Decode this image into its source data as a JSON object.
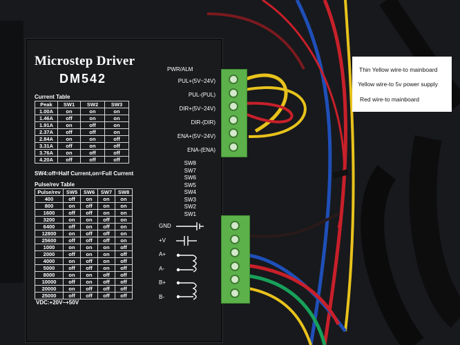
{
  "driver": {
    "title": "Microstep Driver",
    "model": "DM542",
    "pwr_alm": "PWR/ALM",
    "ports_top": [
      "PUL+(5V~24V)",
      "PUL-(PUL)",
      "DIR+(5V~24V)",
      "DIR-(DIR)",
      "ENA+(5V~24V)",
      "ENA-(ENA)"
    ],
    "switch_labels": [
      "SW8",
      "SW7",
      "SW6",
      "SW5",
      "SW4",
      "SW3",
      "SW2",
      "SW1"
    ],
    "ports_bottom": [
      "GND",
      "+V",
      "A+",
      "A-",
      "B+",
      "B-"
    ],
    "current_table_title": "Current Table",
    "current_table": {
      "headers": [
        "Peak",
        "SW1",
        "SW2",
        "SW3"
      ],
      "rows": [
        [
          "1.00A",
          "on",
          "on",
          "on"
        ],
        [
          "1.46A",
          "off",
          "on",
          "on"
        ],
        [
          "1.91A",
          "on",
          "off",
          "on"
        ],
        [
          "2.37A",
          "off",
          "off",
          "on"
        ],
        [
          "2.84A",
          "on",
          "on",
          "off"
        ],
        [
          "3.31A",
          "off",
          "on",
          "off"
        ],
        [
          "3.76A",
          "on",
          "off",
          "off"
        ],
        [
          "4.20A",
          "off",
          "off",
          "off"
        ]
      ]
    },
    "sw4_note": "SW4:off=Half Current,on=Full Current",
    "pulse_table_title": "Pulse/rev Table",
    "pulse_table": {
      "headers": [
        "Pulse/rev",
        "SW5",
        "SW6",
        "SW7",
        "SW8"
      ],
      "rows": [
        [
          "400",
          "off",
          "on",
          "on",
          "on"
        ],
        [
          "800",
          "on",
          "off",
          "on",
          "on"
        ],
        [
          "1600",
          "off",
          "off",
          "on",
          "on"
        ],
        [
          "3200",
          "on",
          "on",
          "off",
          "on"
        ],
        [
          "6400",
          "off",
          "on",
          "off",
          "on"
        ],
        [
          "12800",
          "on",
          "off",
          "off",
          "on"
        ],
        [
          "25600",
          "off",
          "off",
          "off",
          "on"
        ],
        [
          "1000",
          "on",
          "on",
          "on",
          "off"
        ],
        [
          "2000",
          "off",
          "on",
          "on",
          "off"
        ],
        [
          "4000",
          "on",
          "off",
          "on",
          "off"
        ],
        [
          "5000",
          "off",
          "off",
          "on",
          "off"
        ],
        [
          "8000",
          "on",
          "on",
          "off",
          "off"
        ],
        [
          "10000",
          "off",
          "on",
          "off",
          "off"
        ],
        [
          "20000",
          "on",
          "off",
          "off",
          "off"
        ],
        [
          "25000",
          "off",
          "off",
          "off",
          "off"
        ]
      ]
    },
    "vdc": "VDC:+20V~+50V"
  },
  "annotations": {
    "line1": "Thin Yellow wire-to mainboard",
    "line2": "Yellow wire-to 5v power supply",
    "line3": "Red wire-to mainboard"
  },
  "colors": {
    "terminal_green": "#5cb14a",
    "wire_yellow": "#e8c21c",
    "wire_red": "#c8202a",
    "wire_blue": "#1f4fb8",
    "wire_green": "#18a05a"
  }
}
